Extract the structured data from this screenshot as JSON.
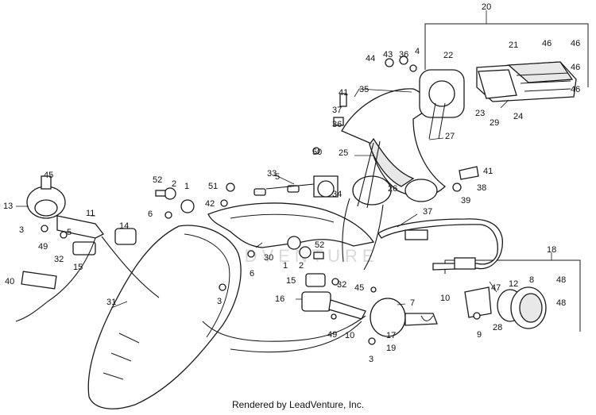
{
  "watermark": "LEADVENTURE",
  "footer": "Rendered by LeadVenture, Inc.",
  "callouts": [
    {
      "id": "c20",
      "text": "20"
    },
    {
      "id": "c21",
      "text": "21"
    },
    {
      "id": "c46a",
      "text": "46"
    },
    {
      "id": "c46b",
      "text": "46"
    },
    {
      "id": "c46c",
      "text": "46"
    },
    {
      "id": "c46d",
      "text": "46"
    },
    {
      "id": "c44",
      "text": "44"
    },
    {
      "id": "c43",
      "text": "43"
    },
    {
      "id": "c36a",
      "text": "36"
    },
    {
      "id": "c4",
      "text": "4"
    },
    {
      "id": "c22",
      "text": "22"
    },
    {
      "id": "c41a",
      "text": "41"
    },
    {
      "id": "c35",
      "text": "35"
    },
    {
      "id": "c37a",
      "text": "37"
    },
    {
      "id": "c36b",
      "text": "36"
    },
    {
      "id": "c23",
      "text": "23"
    },
    {
      "id": "c29",
      "text": "29"
    },
    {
      "id": "c24",
      "text": "24"
    },
    {
      "id": "c27",
      "text": "27"
    },
    {
      "id": "c50",
      "text": "50"
    },
    {
      "id": "c25",
      "text": "25"
    },
    {
      "id": "c5a",
      "text": "5"
    },
    {
      "id": "c33",
      "text": "33"
    },
    {
      "id": "c34",
      "text": "34"
    },
    {
      "id": "c26",
      "text": "26"
    },
    {
      "id": "c41b",
      "text": "41"
    },
    {
      "id": "c38",
      "text": "38"
    },
    {
      "id": "c39",
      "text": "39"
    },
    {
      "id": "c45a",
      "text": "45"
    },
    {
      "id": "c13",
      "text": "13"
    },
    {
      "id": "c52a",
      "text": "52"
    },
    {
      "id": "c2a",
      "text": "2"
    },
    {
      "id": "c1a",
      "text": "1"
    },
    {
      "id": "c51",
      "text": "51"
    },
    {
      "id": "c42",
      "text": "42"
    },
    {
      "id": "c6a",
      "text": "6"
    },
    {
      "id": "c11",
      "text": "11"
    },
    {
      "id": "c14",
      "text": "14"
    },
    {
      "id": "c3a",
      "text": "3"
    },
    {
      "id": "c5b",
      "text": "5"
    },
    {
      "id": "c49a",
      "text": "49"
    },
    {
      "id": "c32a",
      "text": "32"
    },
    {
      "id": "c15a",
      "text": "15"
    },
    {
      "id": "c37b",
      "text": "37"
    },
    {
      "id": "c52b",
      "text": "52"
    },
    {
      "id": "c1b",
      "text": "1"
    },
    {
      "id": "c2b",
      "text": "2"
    },
    {
      "id": "c30",
      "text": "30"
    },
    {
      "id": "c6b",
      "text": "6"
    },
    {
      "id": "c18",
      "text": "18"
    },
    {
      "id": "c40",
      "text": "40"
    },
    {
      "id": "c15b",
      "text": "15"
    },
    {
      "id": "c32b",
      "text": "32"
    },
    {
      "id": "c45b",
      "text": "45"
    },
    {
      "id": "c31",
      "text": "31"
    },
    {
      "id": "c16",
      "text": "16"
    },
    {
      "id": "c3b",
      "text": "3"
    },
    {
      "id": "c7",
      "text": "7"
    },
    {
      "id": "c10a",
      "text": "10"
    },
    {
      "id": "c47",
      "text": "47"
    },
    {
      "id": "c12",
      "text": "12"
    },
    {
      "id": "c8",
      "text": "8"
    },
    {
      "id": "c48a",
      "text": "48"
    },
    {
      "id": "c48b",
      "text": "48"
    },
    {
      "id": "c28",
      "text": "28"
    },
    {
      "id": "c9",
      "text": "9"
    },
    {
      "id": "c17",
      "text": "17"
    },
    {
      "id": "c19",
      "text": "19"
    },
    {
      "id": "c49b",
      "text": "49"
    },
    {
      "id": "c10b",
      "text": "10"
    },
    {
      "id": "c3c",
      "text": "3"
    }
  ]
}
